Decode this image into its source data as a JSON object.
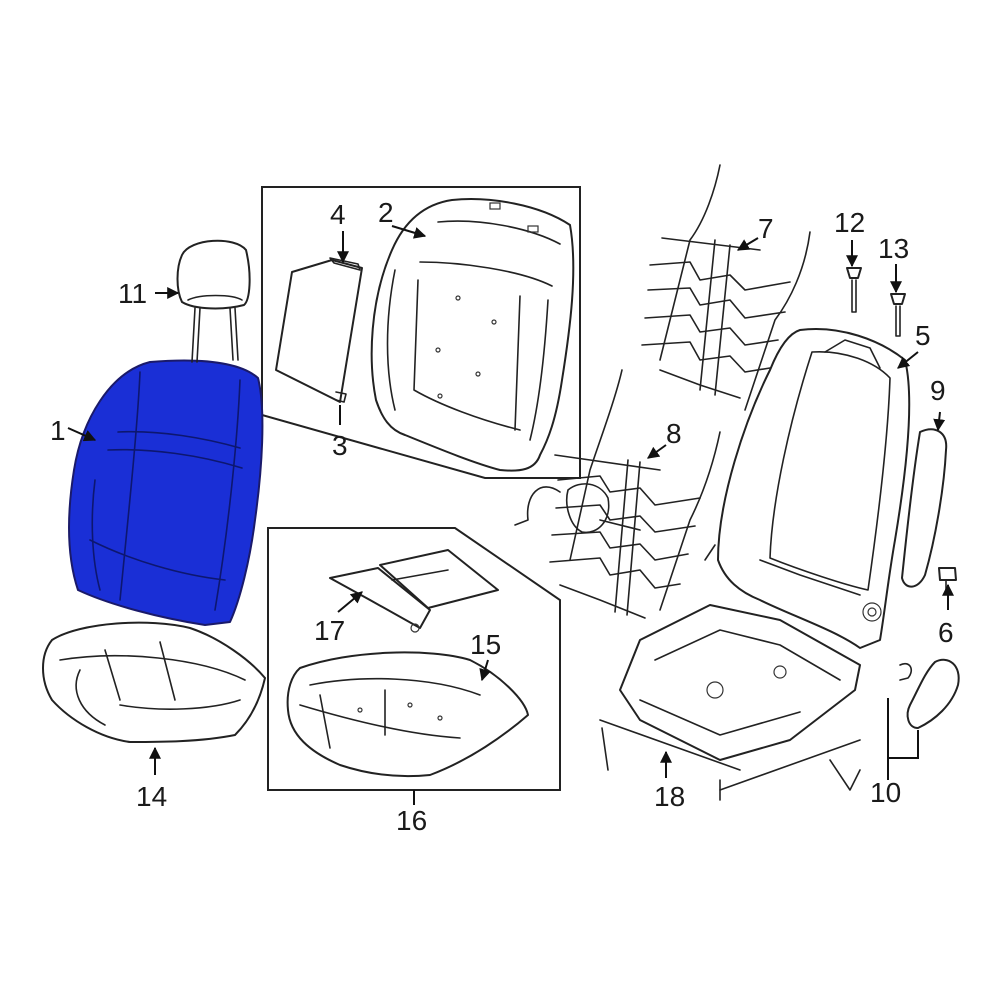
{
  "diagram": {
    "highlight_color": "#1a2fd6",
    "highlighted_part": "1",
    "callouts": [
      {
        "id": "c1",
        "label": "1"
      },
      {
        "id": "c2",
        "label": "2"
      },
      {
        "id": "c3",
        "label": "3"
      },
      {
        "id": "c4",
        "label": "4"
      },
      {
        "id": "c5",
        "label": "5"
      },
      {
        "id": "c6",
        "label": "6"
      },
      {
        "id": "c7",
        "label": "7"
      },
      {
        "id": "c8",
        "label": "8"
      },
      {
        "id": "c9",
        "label": "9"
      },
      {
        "id": "c10",
        "label": "10"
      },
      {
        "id": "c11",
        "label": "11"
      },
      {
        "id": "c12",
        "label": "12"
      },
      {
        "id": "c13",
        "label": "13"
      },
      {
        "id": "c14",
        "label": "14"
      },
      {
        "id": "c15",
        "label": "15"
      },
      {
        "id": "c16",
        "label": "16"
      },
      {
        "id": "c17",
        "label": "17"
      },
      {
        "id": "c18",
        "label": "18"
      }
    ]
  }
}
